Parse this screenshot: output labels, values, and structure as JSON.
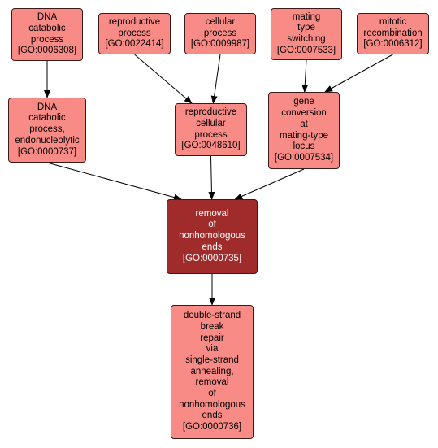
{
  "colors": {
    "node_fill": "#f98b86",
    "focus_fill": "#a02b2b",
    "focus_text": "#ffffff",
    "edge": "#000000"
  },
  "nodes": {
    "n6308": {
      "lines": [
        "DNA",
        "catabolic",
        "process",
        "[GO:0006308]"
      ]
    },
    "n22414": {
      "lines": [
        "reproductive",
        "process",
        "[GO:0022414]"
      ]
    },
    "n9987": {
      "lines": [
        "cellular",
        "process",
        "[GO:0009987]"
      ]
    },
    "n7533": {
      "lines": [
        "mating",
        "type",
        "switching",
        "[GO:0007533]"
      ]
    },
    "n6312": {
      "lines": [
        "mitotic",
        "recombination",
        "[GO:0006312]"
      ]
    },
    "n737": {
      "lines": [
        "DNA",
        "catabolic",
        "process,",
        "endonucleolytic",
        "[GO:0000737]"
      ]
    },
    "n48610": {
      "lines": [
        "reproductive",
        "cellular",
        "process",
        "[GO:0048610]"
      ]
    },
    "n7534": {
      "lines": [
        "gene",
        "conversion",
        "at",
        "mating-type",
        "locus",
        "[GO:0007534]"
      ]
    },
    "n735": {
      "lines": [
        "removal",
        "of",
        "nonhomologous",
        "ends",
        "[GO:0000735]"
      ]
    },
    "n736": {
      "lines": [
        "double-strand",
        "break",
        "repair",
        "via",
        "single-strand",
        "annealing,",
        "removal",
        "of",
        "nonhomologous",
        "ends",
        "[GO:0000736]"
      ]
    }
  },
  "edges": [
    {
      "from": "n6308",
      "to": "n737"
    },
    {
      "from": "n22414",
      "to": "n48610"
    },
    {
      "from": "n9987",
      "to": "n48610"
    },
    {
      "from": "n7533",
      "to": "n7534"
    },
    {
      "from": "n6312",
      "to": "n7534"
    },
    {
      "from": "n737",
      "to": "n735"
    },
    {
      "from": "n48610",
      "to": "n735"
    },
    {
      "from": "n7534",
      "to": "n735"
    },
    {
      "from": "n735",
      "to": "n736"
    }
  ]
}
